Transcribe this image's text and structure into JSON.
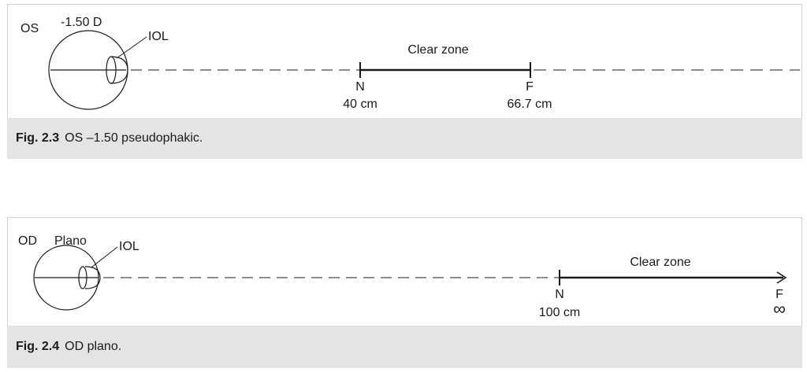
{
  "figures": [
    {
      "eye": "OS",
      "power": "-1.50 D",
      "iol": "IOL",
      "zone_label": "Clear zone",
      "near_letter": "N",
      "near_distance": "40 cm",
      "far_letter": "F",
      "far_distance": "66.7 cm",
      "caption_label": "Fig. 2.3",
      "caption_text": "OS –1.50 pseudophakic."
    },
    {
      "eye": "OD",
      "power": "Plano",
      "iol": "IOL",
      "zone_label": "Clear zone",
      "near_letter": "N",
      "near_distance": "100 cm",
      "far_letter": "F",
      "far_distance": "∞",
      "caption_label": "Fig. 2.4",
      "caption_text": "OD plano."
    }
  ]
}
